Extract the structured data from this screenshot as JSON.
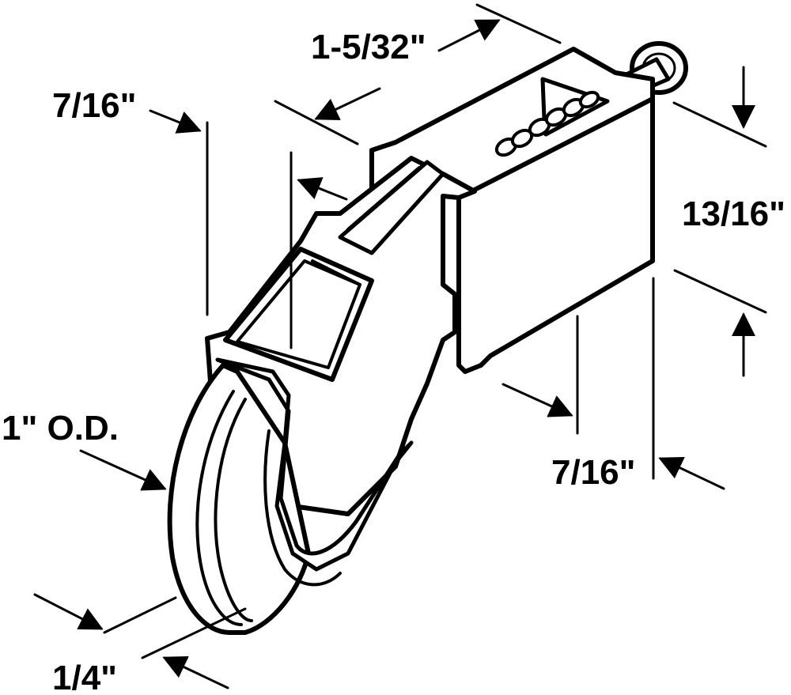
{
  "diagram": {
    "line_color": "#000000",
    "background": "#ffffff",
    "dimensions": {
      "overall_length": "1-5/32\"",
      "top_width": "7/16\"",
      "housing_height": "13/16\"",
      "bottom_width": "7/16\"",
      "wheel_diameter": "1\" O.D.",
      "wheel_thickness": "1/4\""
    }
  }
}
